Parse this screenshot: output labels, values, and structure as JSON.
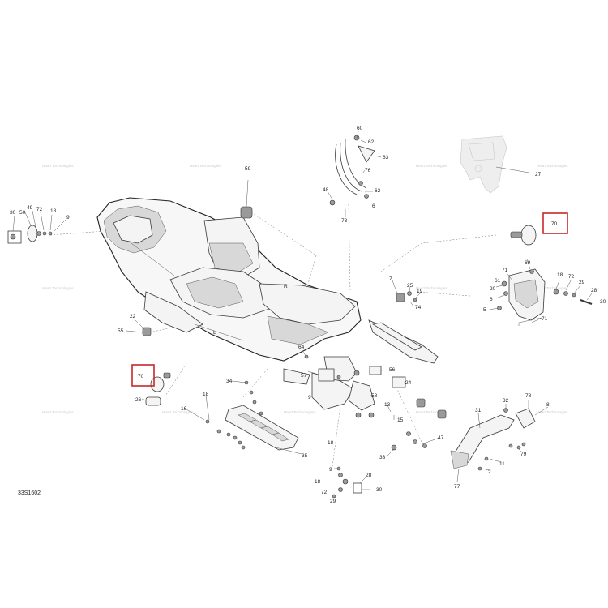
{
  "diagram_code": "33S1602",
  "watermark_text": "Heart Technologies",
  "highlight_color": "#c62828",
  "callouts": [
    {
      "id": "c60",
      "label": "60"
    },
    {
      "id": "c62a",
      "label": "62"
    },
    {
      "id": "c63",
      "label": "63"
    },
    {
      "id": "c76",
      "label": "76"
    },
    {
      "id": "c48",
      "label": "48"
    },
    {
      "id": "c62b",
      "label": "62"
    },
    {
      "id": "c6a",
      "label": "6"
    },
    {
      "id": "c73",
      "label": "73"
    },
    {
      "id": "c59",
      "label": "59"
    },
    {
      "id": "c27",
      "label": "27"
    },
    {
      "id": "c30a",
      "label": "30"
    },
    {
      "id": "c49",
      "label": "49"
    },
    {
      "id": "c50",
      "label": "50"
    },
    {
      "id": "c72a",
      "label": "72"
    },
    {
      "id": "c18a",
      "label": "18"
    },
    {
      "id": "c9a",
      "label": "9"
    },
    {
      "id": "c70a",
      "label": "70"
    },
    {
      "id": "c71a",
      "label": "71"
    },
    {
      "id": "c69",
      "label": "69"
    },
    {
      "id": "c18b",
      "label": "18"
    },
    {
      "id": "c72b",
      "label": "72"
    },
    {
      "id": "c29a",
      "label": "29"
    },
    {
      "id": "c28a",
      "label": "28"
    },
    {
      "id": "c61",
      "label": "61"
    },
    {
      "id": "c20",
      "label": "20"
    },
    {
      "id": "c6b",
      "label": "6"
    },
    {
      "id": "c5",
      "label": "5"
    },
    {
      "id": "c71b",
      "label": "71"
    },
    {
      "id": "c30b",
      "label": "30"
    },
    {
      "id": "c7",
      "label": "7"
    },
    {
      "id": "c25",
      "label": "25"
    },
    {
      "id": "c19",
      "label": "19"
    },
    {
      "id": "c74",
      "label": "74"
    },
    {
      "id": "c22",
      "label": "22"
    },
    {
      "id": "c55",
      "label": "55"
    },
    {
      "id": "c64",
      "label": "64"
    },
    {
      "id": "c56",
      "label": "56"
    },
    {
      "id": "c57",
      "label": "57"
    },
    {
      "id": "c24",
      "label": "24"
    },
    {
      "id": "c70b",
      "label": "70"
    },
    {
      "id": "c26",
      "label": "26"
    },
    {
      "id": "c34",
      "label": "34"
    },
    {
      "id": "c18c",
      "label": "18"
    },
    {
      "id": "c16",
      "label": "16"
    },
    {
      "id": "c58",
      "label": "58"
    },
    {
      "id": "c13",
      "label": "13"
    },
    {
      "id": "c15",
      "label": "15"
    },
    {
      "id": "c9b",
      "label": "9"
    },
    {
      "id": "c18d",
      "label": "18"
    },
    {
      "id": "c31",
      "label": "31"
    },
    {
      "id": "c32",
      "label": "32"
    },
    {
      "id": "c78",
      "label": "78"
    },
    {
      "id": "c8",
      "label": "8"
    },
    {
      "id": "c47",
      "label": "47"
    },
    {
      "id": "c33",
      "label": "33"
    },
    {
      "id": "c35",
      "label": "35"
    },
    {
      "id": "c79",
      "label": "79"
    },
    {
      "id": "c11",
      "label": "11"
    },
    {
      "id": "c2",
      "label": "2"
    },
    {
      "id": "c77",
      "label": "77"
    },
    {
      "id": "c9c",
      "label": "9"
    },
    {
      "id": "c28b",
      "label": "28"
    },
    {
      "id": "c18e",
      "label": "18"
    },
    {
      "id": "c72c",
      "label": "72"
    },
    {
      "id": "c30c",
      "label": "30"
    },
    {
      "id": "c29b",
      "label": "29"
    }
  ]
}
